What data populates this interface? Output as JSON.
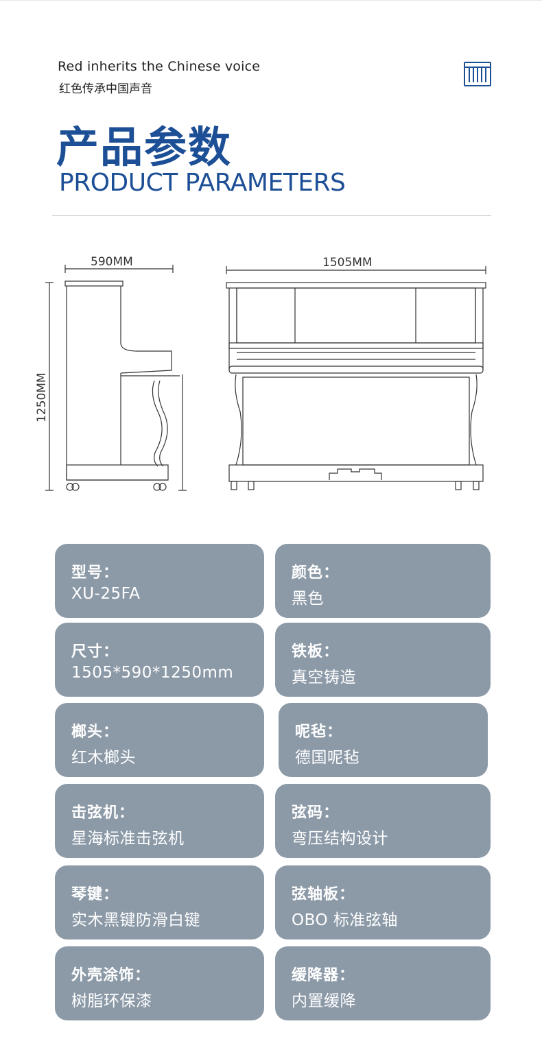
{
  "header": {
    "slogan_en": "Red inherits the Chinese voice",
    "slogan_cn": "红色传承中国声音",
    "title_cn": "产品参数",
    "title_en": "PRODUCT PARAMETERS",
    "logo_icon": "piano-keys-icon"
  },
  "drawing": {
    "depth_label": "590MM",
    "width_label": "1505MM",
    "height_label": "1250MM"
  },
  "params": [
    {
      "label": "型号：",
      "value": "XU-25FA"
    },
    {
      "label": "颜色：",
      "value": "黑色"
    },
    {
      "label": "尺寸：",
      "value": "1505*590*1250mm"
    },
    {
      "label": "铁板：",
      "value": "真空铸造"
    },
    {
      "label": "榔头：",
      "value": "红木榔头"
    },
    {
      "label": "呢毡：",
      "value": "德国呢毡"
    },
    {
      "label": "击弦机：",
      "value": "星海标准击弦机"
    },
    {
      "label": "弦码：",
      "value": "弯压结构设计"
    },
    {
      "label": "琴键：",
      "value": "实木黑键防滑白键"
    },
    {
      "label": "弦轴板：",
      "value": "OBO 标准弦轴"
    },
    {
      "label": "外壳涂饰：",
      "value": "树脂环保漆"
    },
    {
      "label": "缓降器：",
      "value": "内置缓降"
    }
  ],
  "colors": {
    "brand_blue": "#1d4f96",
    "card_bg": "#8c9aa8",
    "card_text": "#ffffff"
  }
}
